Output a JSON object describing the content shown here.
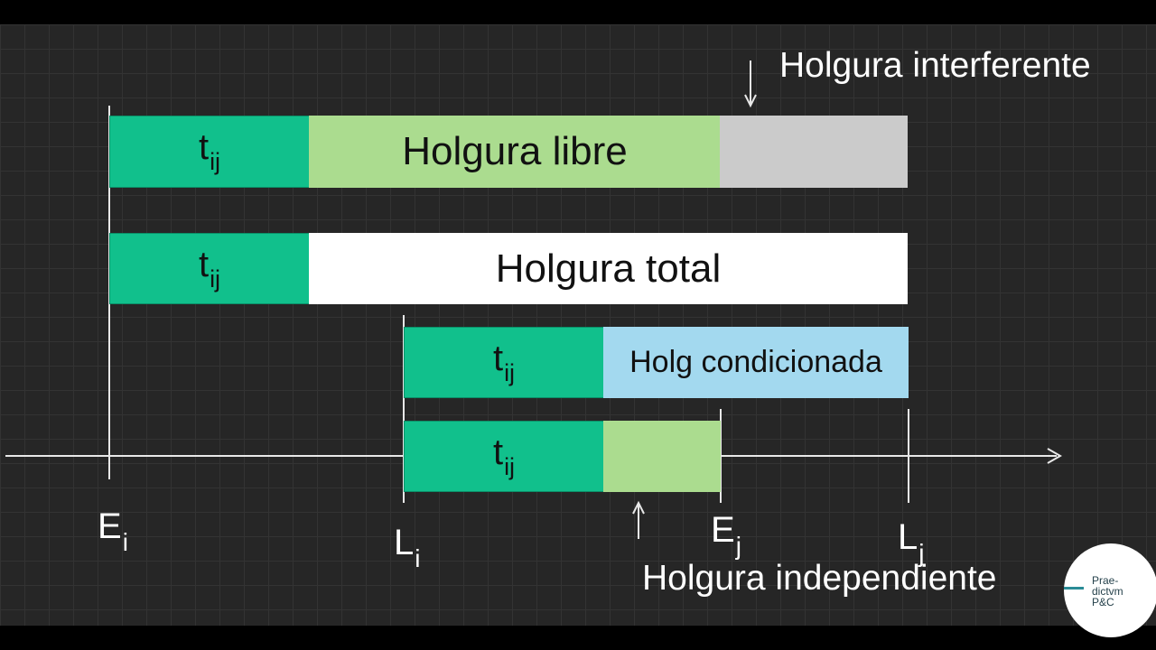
{
  "rows": [
    {
      "task": {
        "t": "t",
        "sub": "ij"
      },
      "slack_label": "Holgura libre"
    },
    {
      "task": {
        "t": "t",
        "sub": "ij"
      },
      "slack_label": "Holgura total"
    },
    {
      "task": {
        "t": "t",
        "sub": "ij"
      },
      "slack_label": "Holg condicionada"
    },
    {
      "task": {
        "t": "t",
        "sub": "ij"
      },
      "slack_label": ""
    }
  ],
  "axis_labels": [
    {
      "main": "E",
      "sub": "i"
    },
    {
      "main": "L",
      "sub": "i"
    },
    {
      "main": "E",
      "sub": "j"
    },
    {
      "main": "L",
      "sub": "j"
    }
  ],
  "annotations": {
    "interferente": "Holgura interferente",
    "independiente": "Holgura independiente"
  },
  "colors": {
    "task": "#11c08c",
    "holgura_libre": "#abdc8f",
    "holgura_interferente": "#cbcbcb",
    "holgura_total": "#ffffff",
    "holgura_condicionada": "#a3d9ef",
    "background": "#262626"
  },
  "logo": {
    "text": "Prae-\ndictvm\nP&C"
  }
}
